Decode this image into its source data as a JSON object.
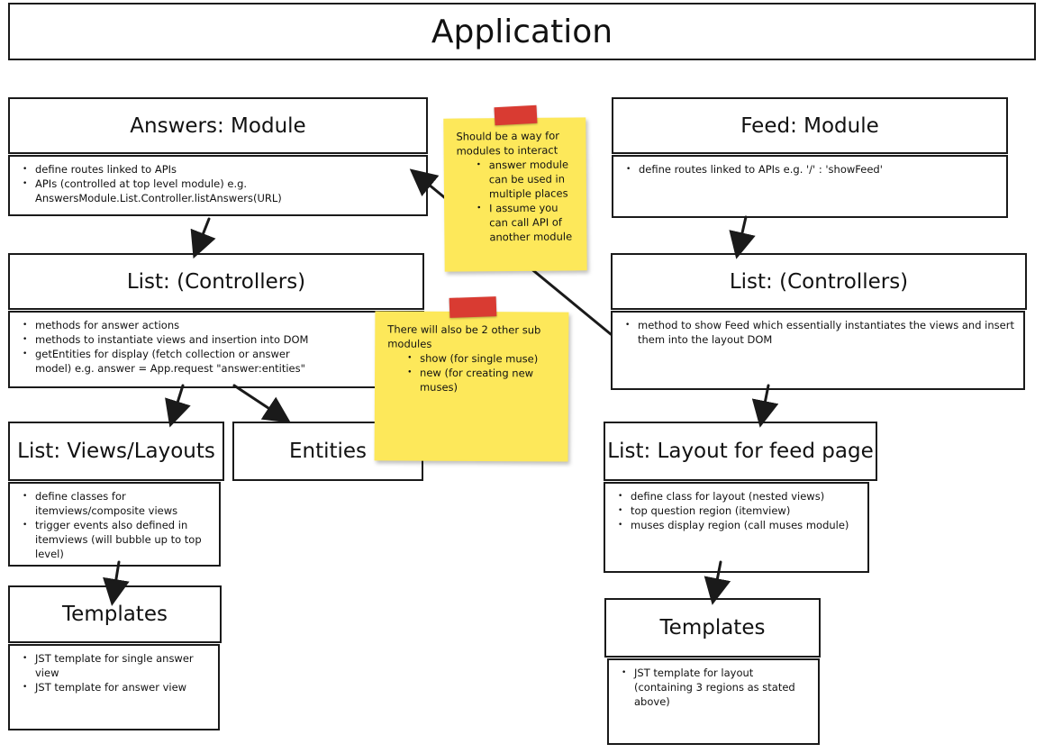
{
  "app": {
    "title": "Application"
  },
  "answers": {
    "module": {
      "title": "Answers: Module",
      "items": [
        "define routes linked to APIs",
        "APIs (controlled at top level module) e.g. AnswersModule.List.Controller.listAnswers(URL)"
      ]
    },
    "controllers": {
      "title": "List: (Controllers)",
      "items": [
        "methods for answer actions",
        "methods to instantiate views and insertion into DOM",
        "getEntities for display (fetch collection or answer model) e.g. answer = App.request \"answer:entities\""
      ]
    },
    "views": {
      "title": "List: Views/Layouts",
      "items": [
        "define classes for itemviews/composite views",
        "trigger events also defined in itemviews (will bubble up to top level)"
      ]
    },
    "entities": {
      "title": "Entities"
    },
    "templates": {
      "title": "Templates",
      "items": [
        "JST template for single answer view",
        "JST template for answer view"
      ]
    }
  },
  "feed": {
    "module": {
      "title": "Feed: Module",
      "items": [
        "define routes linked to APIs e.g. '/' : 'showFeed'"
      ]
    },
    "controllers": {
      "title": "List: (Controllers)",
      "items": [
        "method to show Feed which essentially instantiates the views and insert them into the layout DOM"
      ]
    },
    "layout": {
      "title": "List: Layout for feed page",
      "items": [
        "define class for layout (nested views)",
        "top question region (itemview)",
        "muses display region (call muses module)"
      ]
    },
    "templates": {
      "title": "Templates",
      "items": [
        "JST template for layout (containing 3 regions as stated above)"
      ]
    }
  },
  "notes": {
    "interact": {
      "heading": "Should be a way for modules to interact",
      "items": [
        "answer module can be used in multiple places",
        "I assume you can call API of another module"
      ]
    },
    "submodules": {
      "heading": "There will also be 2 other sub modules",
      "items": [
        "show (for single muse)",
        "new (for creating new muses)"
      ]
    }
  },
  "colors": {
    "note": "#fde85a",
    "tape": "#d93b32",
    "stroke": "#1a1a1a"
  }
}
